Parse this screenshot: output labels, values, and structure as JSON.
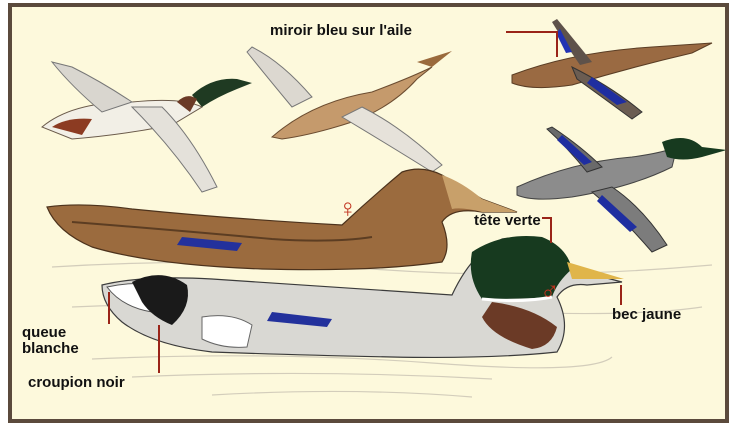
{
  "labels": {
    "wing_mirror": "miroir bleu sur l'aile",
    "green_head": "tête verte",
    "yellow_bill": "bec jaune",
    "white_tail": "queue\nblanche",
    "black_rump": "croupion noir"
  },
  "symbols": {
    "female": "♀",
    "male": "♂"
  },
  "colors": {
    "background": "#fdf9dc",
    "frame": "#5b4a3c",
    "leader": "#9a2418",
    "symbol": "#c1331f"
  }
}
